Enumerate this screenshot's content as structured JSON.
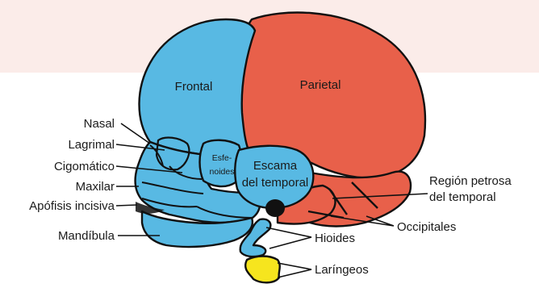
{
  "colors": {
    "background_band": "#fbece9",
    "blue_bones": "#58b9e3",
    "red_bones": "#e8604a",
    "yellow_bones": "#f6e51e",
    "outline": "#111111"
  },
  "bones": {
    "frontal": "Frontal",
    "parietal": "Parietal",
    "esfenoides_line1": "Esfe-",
    "esfenoides_line2": "noides",
    "escama_line1": "Escama",
    "escama_line2": "del temporal"
  },
  "left_labels": {
    "nasal": "Nasal",
    "lagrimal": "Lagrimal",
    "cigomatico": "Cigomático",
    "maxilar": "Maxilar",
    "apofisis": "Apófisis incisiva",
    "mandibula": "Mandíbula"
  },
  "right_labels": {
    "region_line1": "Región petrosa",
    "region_line2": "del temporal",
    "occipitales": "Occipitales",
    "hioides": "Hioides",
    "laringeos": "Laríngeos"
  }
}
